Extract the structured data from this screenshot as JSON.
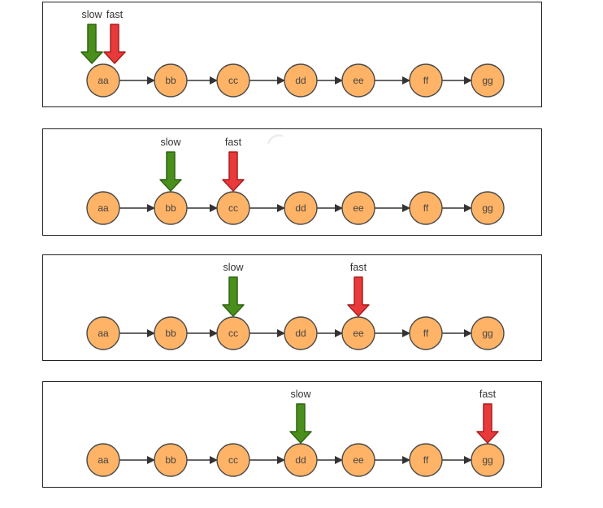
{
  "nodes": [
    "aa",
    "bb",
    "cc",
    "dd",
    "ee",
    "ff",
    "gg"
  ],
  "pointer_labels": {
    "slow": "slow",
    "fast": "fast"
  },
  "steps": [
    {
      "slow_node": "aa",
      "fast_node": "aa"
    },
    {
      "slow_node": "bb",
      "fast_node": "cc"
    },
    {
      "slow_node": "cc",
      "fast_node": "ee"
    },
    {
      "slow_node": "dd",
      "fast_node": "gg"
    }
  ],
  "colors": {
    "node_fill": "#FFB366",
    "node_stroke": "#4a4a4a",
    "node_text": "#444444",
    "link": "#333333",
    "slow_arrow": "#4A8F1C",
    "slow_arrow_dark": "#2F6410",
    "fast_arrow": "#E83A3A",
    "fast_arrow_dark": "#A81E1E",
    "label_text": "#333333"
  }
}
